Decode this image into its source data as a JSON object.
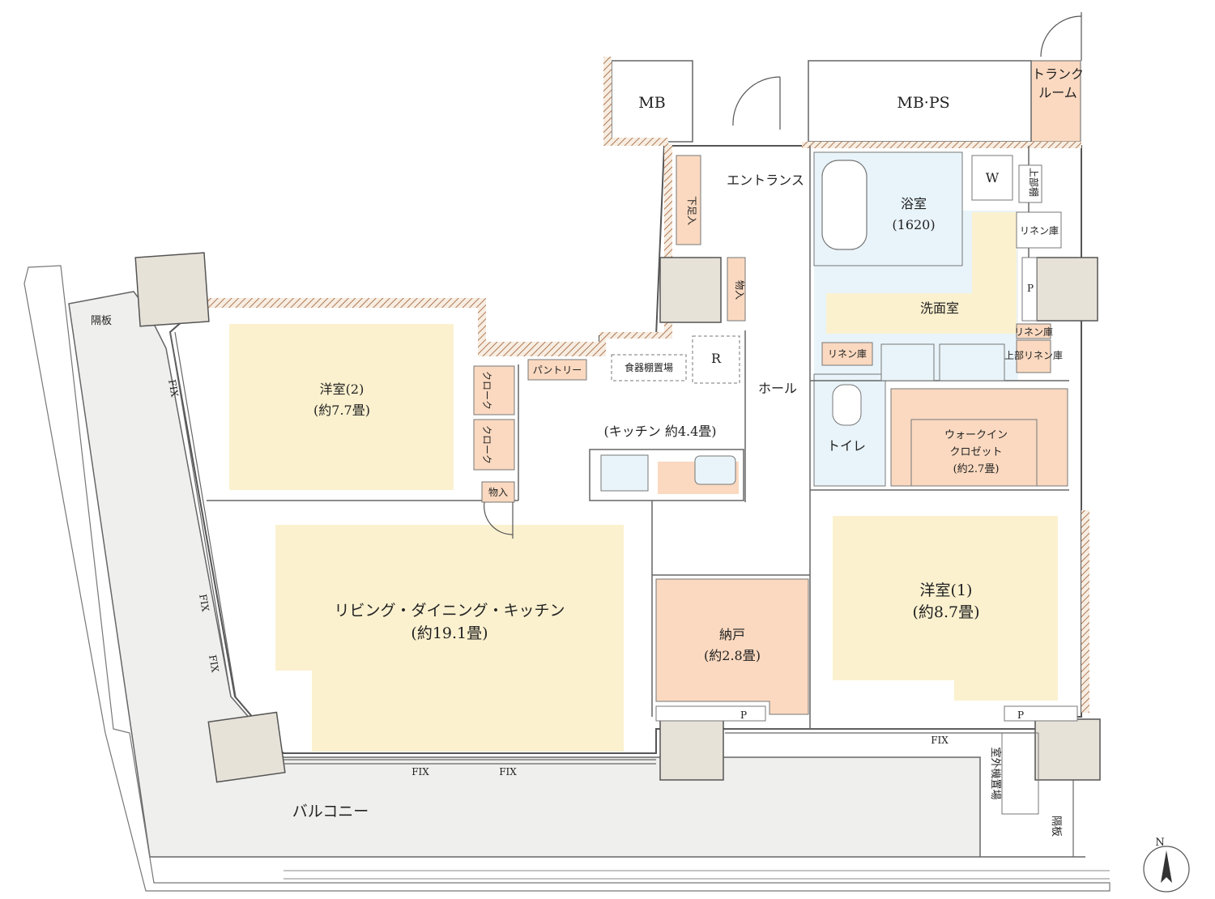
{
  "colors": {
    "room_fill": "#fbf1cf",
    "storage_fill": "#fad9c0",
    "wet_area_fill": "#e9f4fa",
    "balcony_fill": "#efefee",
    "column_fill": "#e7e2d8",
    "wall_stroke": "#555555",
    "hatch": "#b07a54"
  },
  "rooms": {
    "mb": "MB",
    "mb_ps": "MB·PS",
    "trunk_room_1": "トランク",
    "trunk_room_2": "ルーム",
    "entrance": "エントランス",
    "shoe_storage": "下足入",
    "storage_entrance": "物入",
    "bathroom": "浴室",
    "bathroom_size": "(1620)",
    "washing_machine": "W",
    "upper_shelf_1": "上部棚",
    "linen_1": "リネン庫",
    "linen_2": "リネン庫",
    "linen_3": "リネン庫",
    "upper_linen": "上部リネン庫",
    "washroom": "洗面室",
    "pipe_space": "P",
    "hall": "ホール",
    "toilet": "トイレ",
    "wic": "ウォークイン",
    "wic_2": "クロゼット",
    "wic_size": "(約2.7畳)",
    "western2": "洋室(2)",
    "western2_size": "(約7.7畳)",
    "closet_a": "クローク",
    "closet_b": "クローク",
    "storage_w2": "物入",
    "pantry": "パントリー",
    "dish_shelf": "食器棚置場",
    "fridge": "R",
    "kitchen": "(キッチン 約4.4畳)",
    "ldk": "リビング・ダイニング・キッチン",
    "ldk_size": "(約19.1畳)",
    "storeroom": "納戸",
    "storeroom_size": "(約2.8畳)",
    "western1": "洋室(1)",
    "western1_size": "(約8.7畳)",
    "balcony": "バルコニー",
    "partition_left": "隔板",
    "partition_right": "隔板",
    "outdoor_unit": "室外機置場",
    "fix": "FIX",
    "pipe_p": "P",
    "north": "N"
  }
}
